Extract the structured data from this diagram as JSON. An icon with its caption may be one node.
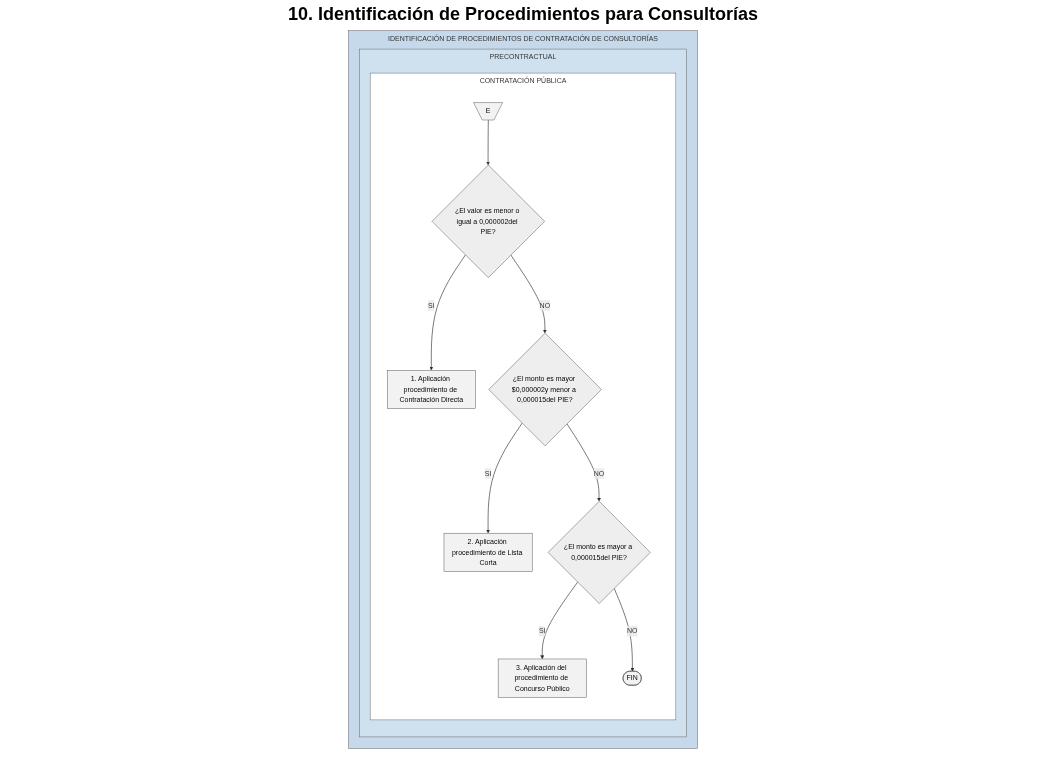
{
  "diagram": {
    "title": "10. Identificación de Procedimientos para Consultorías",
    "nodes": [
      {
        "text": [
          "IDENTIFICACIÓN DE PROCEDIMIENTOS DE CONTRATACIÓN DE CONSULTORÍAS"
        ]
      },
      {
        "text": [
          "PRECONTRACTUAL"
        ],
        "in": 0
      },
      {
        "text": [
          "CONTRATACIÓN PÚBLICA"
        ],
        "in": 1
      },
      {
        "text": [
          "E"
        ],
        "in": 2
      },
      {
        "text": [
          "¿El valor es menor o igual a 0,000002del PIE?"
        ],
        "in": 2
      },
      {
        "text": [
          "1. Aplicación procedimiento de Contratación Directa"
        ],
        "in": 2
      },
      {
        "text": [
          "¿El monto es mayor $0,000002y menor a 0,000015del PIE?"
        ],
        "in": 2
      },
      {
        "text": [
          "2. Aplicación procedimiento de Lista Corta"
        ],
        "in": 2
      },
      {
        "text": [
          "¿El monto es mayor a 0,000015del PIE?"
        ],
        "in": 2
      },
      {
        "text": [
          "3. Aplicación del procedimiento de Concurso Público"
        ],
        "in": 2
      },
      {
        "text": [
          "FIN"
        ],
        "in": 2
      }
    ],
    "edges": [
      {
        "from": 3,
        "to": 4,
        "arrow": "to"
      },
      {
        "from": 4,
        "to": 5,
        "arrow": "to",
        "label": "SI"
      },
      {
        "from": 4,
        "to": 6,
        "arrow": "to",
        "label": "NO"
      },
      {
        "from": 6,
        "to": 7,
        "arrow": "to",
        "label": "SI"
      },
      {
        "from": 6,
        "to": 8,
        "arrow": "to",
        "label": "NO"
      },
      {
        "from": 8,
        "to": 9,
        "arrow": "to",
        "label": "SI"
      },
      {
        "from": 8,
        "to": 10,
        "arrow": "to",
        "label": "NO"
      }
    ]
  }
}
